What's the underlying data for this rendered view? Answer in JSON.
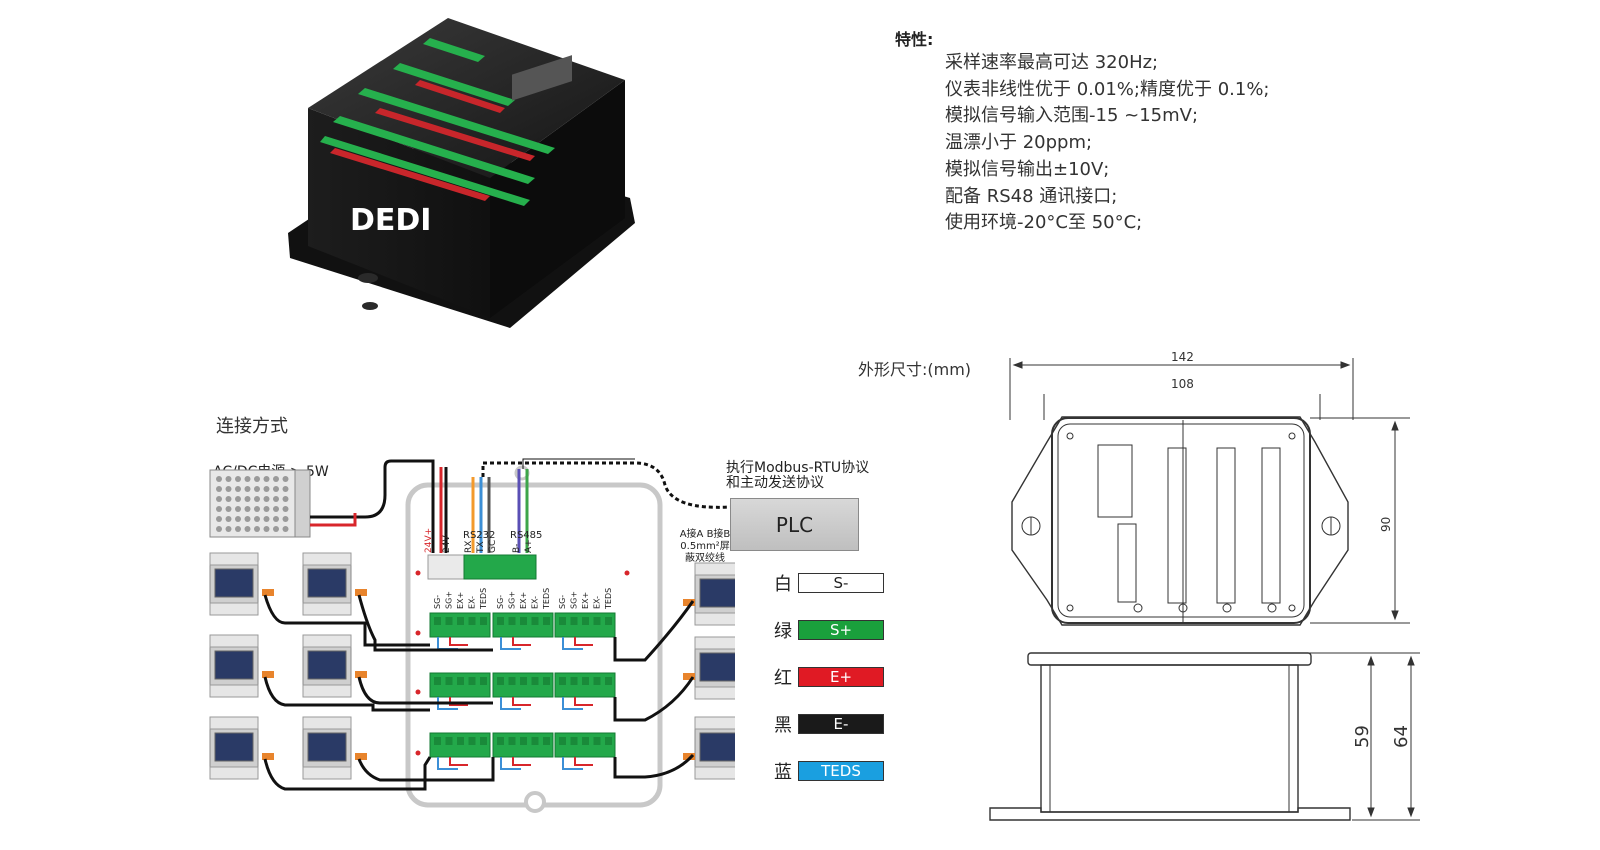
{
  "device": {
    "brand": "DEDI",
    "ports": {
      "p1": "24V+",
      "p2": "24V-",
      "rs232": "RS232",
      "rx": "RX",
      "tx": "TX",
      "gc": "GC",
      "rs485": "RS485",
      "bminus": "B-",
      "aplus": "A+"
    },
    "channel_pins": [
      "SG-",
      "SG+",
      "EX+",
      "EX-",
      "TEDS"
    ]
  },
  "features": {
    "title": "特性:",
    "items": [
      "采样速率最高可达 320Hz;",
      "仪表非线性优于 0.01%;精度优于 0.1%;",
      "模拟信号输入范围-15 ~15mV;",
      "温漂小于 20ppm;",
      "模拟信号输出±10V;",
      "配备 RS48 通讯接口;",
      "使用环境-20°C至 50°C;"
    ]
  },
  "dimensions": {
    "title": "外形尺寸:(mm)",
    "width_total": "142",
    "width_inner": "108",
    "height_plan": "90",
    "height_body": "59",
    "height_total": "64"
  },
  "connection": {
    "title": "连接方式",
    "power_label": "AC/DC电源 > 5W",
    "protocol_line1": "执行Modbus-RTU协议",
    "protocol_line2": "和主动发送协议",
    "plc_label": "PLC",
    "cable_line1": "A接A  B接B",
    "cable_line2": "0.5mm²屏",
    "cable_line3": "蔽双绞线"
  },
  "wire_legend": [
    {
      "char": "白",
      "label": "S-",
      "bg": "#ffffff",
      "fg": "#222222"
    },
    {
      "char": "绿",
      "label": "S+",
      "bg": "#1aa03c",
      "fg": "#ffffff"
    },
    {
      "char": "红",
      "label": "E+",
      "bg": "#e01a24",
      "fg": "#ffffff"
    },
    {
      "char": "黑",
      "label": "E-",
      "bg": "#1a1a1a",
      "fg": "#ffffff"
    },
    {
      "char": "蓝",
      "label": "TEDS",
      "bg": "#1a9fe0",
      "fg": "#ffffff"
    }
  ],
  "colors": {
    "terminal_green": "#23a84a",
    "wire_red": "#d8262b",
    "wire_orange": "#f39a2c",
    "wire_blue": "#3c8fd6",
    "wire_purple": "#5a4fb5",
    "wire_green": "#3da54a"
  }
}
